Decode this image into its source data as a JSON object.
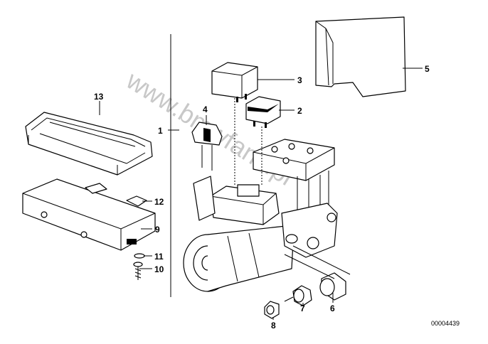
{
  "watermark": "www.bmwfans.pl",
  "reference_code": "00004439",
  "callouts": [
    {
      "id": "1",
      "label": "1"
    },
    {
      "id": "2",
      "label": "2"
    },
    {
      "id": "3",
      "label": "3"
    },
    {
      "id": "4",
      "label": "4"
    },
    {
      "id": "5",
      "label": "5"
    },
    {
      "id": "6",
      "label": "6"
    },
    {
      "id": "7",
      "label": "7"
    },
    {
      "id": "8",
      "label": "8"
    },
    {
      "id": "9",
      "label": "9"
    },
    {
      "id": "10",
      "label": "10"
    },
    {
      "id": "11",
      "label": "11"
    },
    {
      "id": "12",
      "label": "12"
    },
    {
      "id": "13",
      "label": "13"
    }
  ]
}
